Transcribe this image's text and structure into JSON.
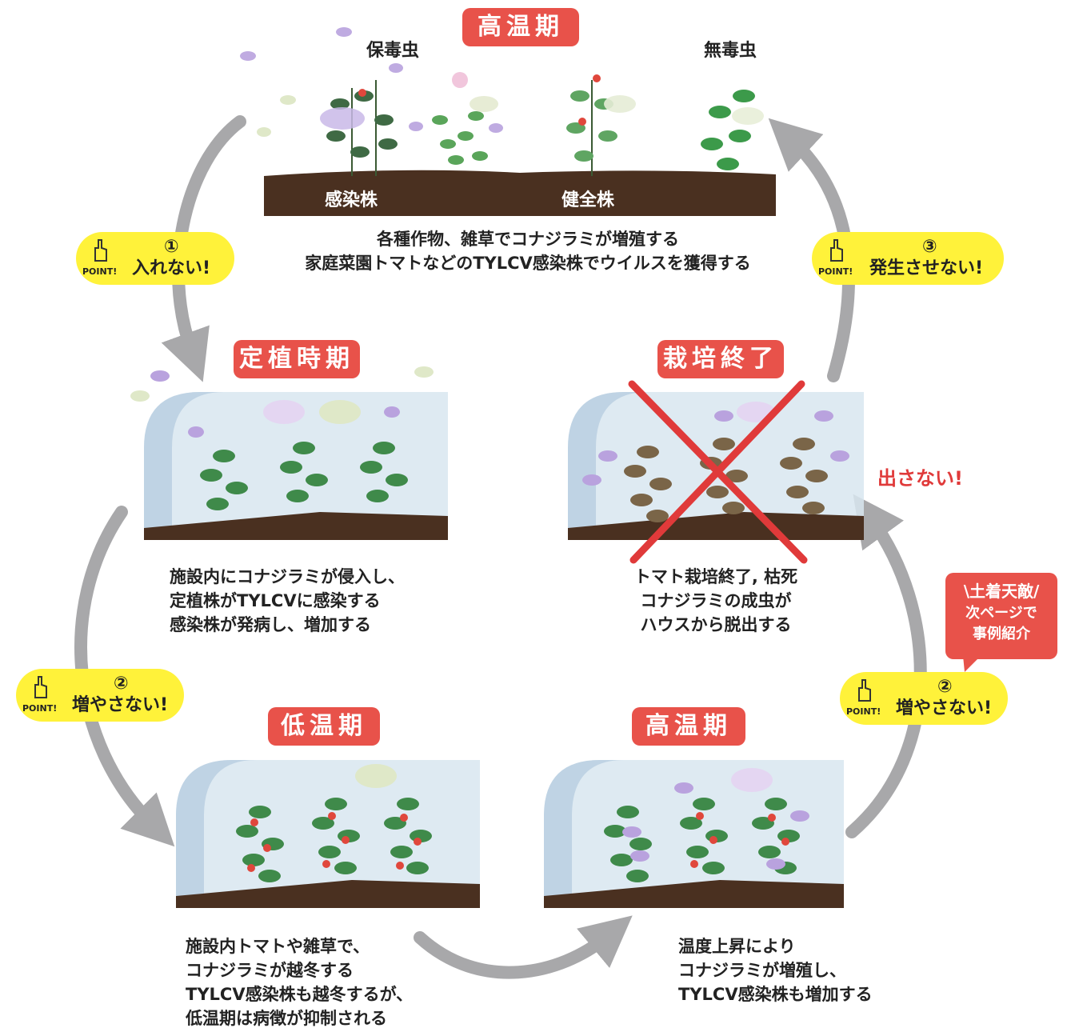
{
  "stages": {
    "top": {
      "title": "高温期",
      "labels": {
        "carrier": "保毒虫",
        "nontoxic": "無毒虫",
        "infected": "感染株",
        "healthy": "健全株"
      },
      "caption": [
        "各種作物、雑草でコナジラミが増殖する",
        "家庭菜園トマトなどのTYLCV感染株でウイルスを獲得する"
      ]
    },
    "planting": {
      "title": "定植時期",
      "caption": [
        "施設内にコナジラミが侵入し、",
        "定植株がTYLCVに感染する",
        "感染株が発病し、増加する"
      ]
    },
    "end": {
      "title": "栽培終了",
      "caption": [
        "トマト栽培終了, 枯死",
        "コナジラミの成虫が",
        "ハウスから脱出する"
      ],
      "note": "出さない!"
    },
    "low": {
      "title": "低温期",
      "caption": [
        "施設内トマトや雑草で、",
        "コナジラミが越冬する",
        "TYLCV感染株も越冬するが、",
        "低温期は病徴が抑制される"
      ]
    },
    "high": {
      "title": "高温期",
      "caption": [
        "温度上昇により",
        "コナジラミが増殖し、",
        "TYLCV感染株も増加する"
      ]
    }
  },
  "points": [
    {
      "num": "①",
      "text": "入れない!",
      "label": "POINT!"
    },
    {
      "num": "②",
      "text": "増やさない!",
      "label": "POINT!"
    },
    {
      "num": "②",
      "text": "増やさない!",
      "label": "POINT!"
    },
    {
      "num": "③",
      "text": "発生させない!",
      "label": "POINT!"
    }
  ],
  "callout": {
    "lines": [
      "\\土着天敵/",
      "次ページで",
      "事例紹介"
    ]
  },
  "colors": {
    "accent": "#e8524a",
    "point_bg": "#fff23a",
    "arrow": "#a8a8aa",
    "soil": "#4a3020",
    "greenhouse": "#d8e6f0",
    "leaf": "#3f8a4a",
    "leaf_dead": "#7a6548",
    "tomato": "#e0473c",
    "whitefly_purple": "#b9a2de",
    "whitefly_green": "#dfe8c8",
    "cross": "#e03a3a"
  }
}
